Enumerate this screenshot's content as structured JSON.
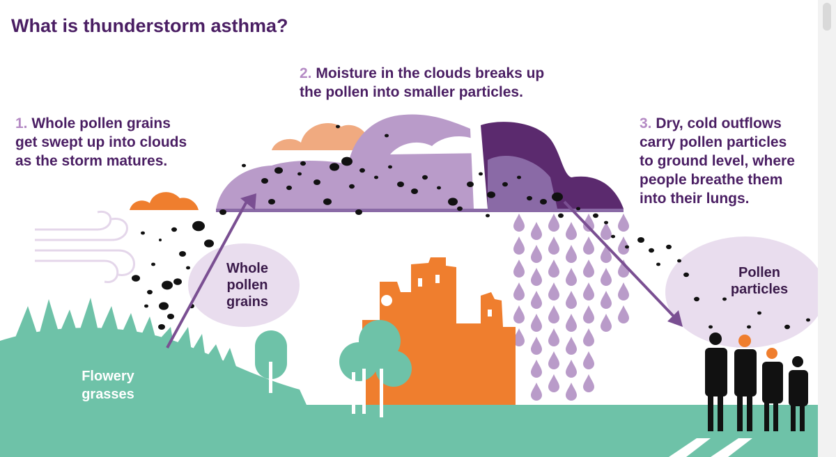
{
  "title": "What is thunderstorm asthma?",
  "steps": [
    {
      "number": "1.",
      "lines": [
        "Whole pollen grains",
        "get swept up into clouds",
        "as the storm matures."
      ]
    },
    {
      "number": "2.",
      "lines": [
        "Moisture in the clouds breaks up",
        "the pollen into smaller particles."
      ]
    },
    {
      "number": "3.",
      "lines": [
        "Dry, cold outflows",
        "carry pollen particles",
        "to ground level, where",
        "people breathe them",
        "into their lungs."
      ]
    }
  ],
  "labels": {
    "whole_pollen": [
      "Whole",
      "pollen",
      "grains"
    ],
    "pollen_particles": [
      "Pollen",
      "particles"
    ],
    "flowery_grasses": [
      "Flowery",
      "grasses"
    ]
  },
  "colors": {
    "title": "#4a1e63",
    "step_number": "#b48ac4",
    "cloud_light": "#b99bc9",
    "cloud_mid": "#8a6aa6",
    "cloud_dark": "#5b2a6e",
    "cloud_orange": "#f0aa80",
    "rain": "#b99bc9",
    "ground": "#6ec2a8",
    "building": "#ef7e2e",
    "blob": "#e9ddee",
    "arrow": "#7a4f92",
    "people": "#111111"
  }
}
